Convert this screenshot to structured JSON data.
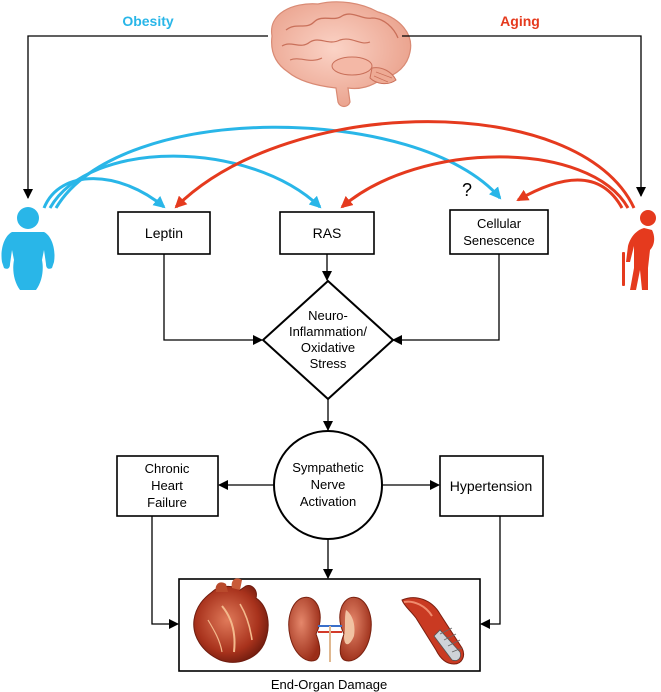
{
  "labels": {
    "obesity": "Obesity",
    "aging": "Aging",
    "question": "?",
    "end_organ_damage": "End-Organ Damage"
  },
  "boxes": {
    "leptin": "Leptin",
    "ras": "RAS",
    "cellular_senescence": [
      "Cellular",
      "Senescence"
    ],
    "neuro_inflammation": [
      "Neuro-",
      "Inflammation/",
      "Oxidative",
      "Stress"
    ],
    "sympathetic": [
      "Sympathetic",
      "Nerve",
      "Activation"
    ],
    "chronic_heart_failure": [
      "Chronic",
      "Heart",
      "Failure"
    ],
    "hypertension": "Hypertension"
  },
  "icons": {
    "brain": "brain-icon",
    "obese_person": "obese-person-icon",
    "elderly_person": "elderly-person-icon",
    "heart": "heart-icon",
    "kidney": "kidney-icon",
    "blood_vessel": "blood-vessel-icon"
  },
  "colors": {
    "obesity": "#29b6e8",
    "aging": "#e53a1e",
    "outline": "#000000"
  }
}
